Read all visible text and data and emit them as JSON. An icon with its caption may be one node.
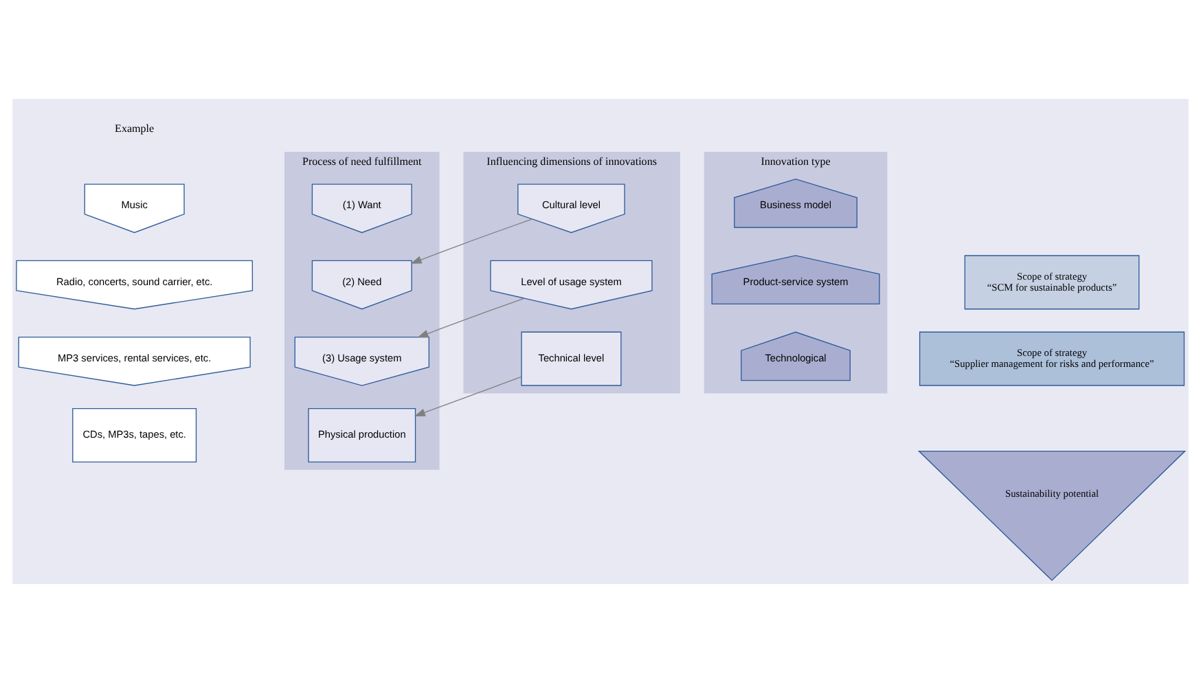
{
  "diagram": {
    "nodes": [
      {
        "text": [
          "Music"
        ]
      },
      {
        "text": [
          "Radio, concerts, sound carrier, etc."
        ]
      },
      {
        "text": [
          "MP3 services, rental services, etc."
        ]
      },
      {
        "text": [
          "CDs, MP3s, tapes, etc."
        ]
      },
      {
        "text": [
          "Process of need fulfillment"
        ]
      },
      {
        "text": [
          "(1) Want"
        ],
        "in": 4
      },
      {
        "text": [
          "(2) Need"
        ],
        "in": 4
      },
      {
        "text": [
          "(3) Usage system"
        ],
        "in": 4
      },
      {
        "text": [
          "Physical production"
        ],
        "in": 4
      },
      {
        "text": [
          "Influencing dimensions of innovations"
        ]
      },
      {
        "text": [
          "Cultural level"
        ],
        "in": 9
      },
      {
        "text": [
          "Level of usage system"
        ],
        "in": 9
      },
      {
        "text": [
          "Technical level"
        ],
        "in": 9
      },
      {
        "text": [
          "Innovation type"
        ]
      },
      {
        "text": [
          "Business model"
        ],
        "in": 13
      },
      {
        "text": [
          "Product-service system"
        ],
        "in": 13
      },
      {
        "text": [
          "Technological"
        ],
        "in": 13
      },
      {
        "text": [
          "Scope of strategy",
          "“SCM for sustainable products”"
        ]
      },
      {
        "text": [
          "Scope of strategy",
          "“Supplier management for risks and performance”"
        ]
      },
      {
        "text": [
          "Sustainability potential"
        ]
      }
    ],
    "edges": [
      {
        "from": 10,
        "to": 6,
        "arrow": "to"
      },
      {
        "from": 11,
        "to": 7,
        "arrow": "to"
      },
      {
        "from": 12,
        "to": 8,
        "arrow": "to"
      }
    ],
    "labels": [
      "Example"
    ]
  }
}
